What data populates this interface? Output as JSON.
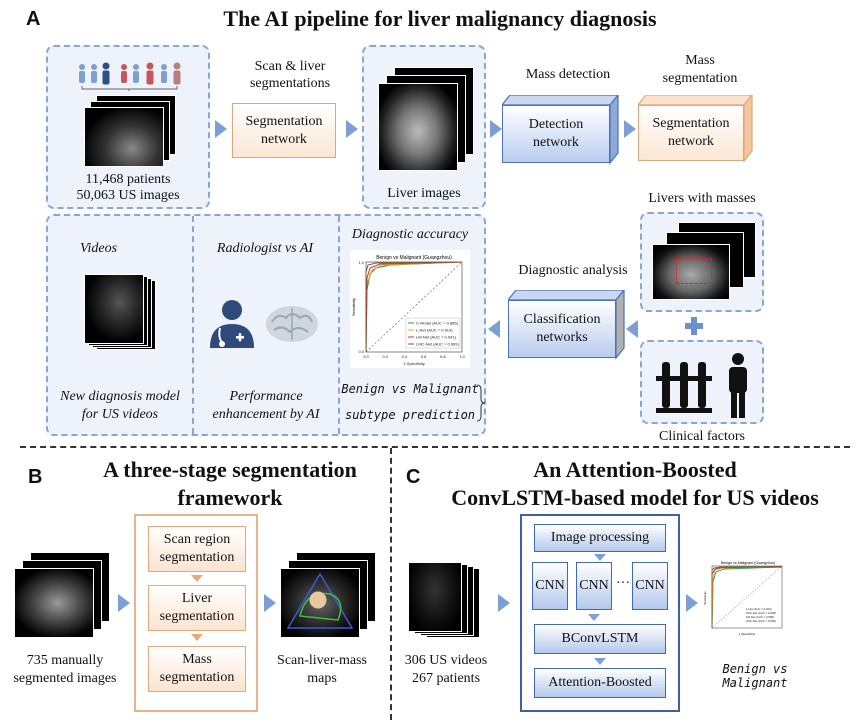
{
  "panel_a": {
    "letter": "A",
    "title": "The AI pipeline for liver malignancy diagnosis",
    "input_caption_line1": "11,468 patients",
    "input_caption_line2": "50,063 US images",
    "scan_label_line1": "Scan & liver",
    "scan_label_line2": "segmentations",
    "seg_net_line1": "Segmentation",
    "seg_net_line2": "network",
    "liver_images": "Liver images",
    "mass_detection": "Mass detection",
    "det_net_line1": "Detection",
    "det_net_line2": "network",
    "mass_seg_line1": "Mass",
    "mass_seg_line2": "segmentation",
    "seg_net2_line1": "Segmentation",
    "seg_net2_line2": "network",
    "livers_with_masses": "Livers with masses",
    "diagnostic_analysis": "Diagnostic analysis",
    "class_net_line1": "Classification",
    "class_net_line2": "networks",
    "clinical_factors": "Clinical factors",
    "videos": "Videos",
    "videos_caption_line1": "New diagnosis model",
    "videos_caption_line2": "for US videos",
    "radiologist": "Radiologist vs AI",
    "radiologist_caption_line1": "Performance",
    "radiologist_caption_line2": "enhancement by AI",
    "diag_accuracy": "Diagnostic accuracy",
    "benign_malignant": "Benign vs Malignant",
    "subtype": "subtype prediction",
    "roc": {
      "title": "Benign vs Malignant (Guangzhou)",
      "xlabel": "1-Specificity",
      "ylabel": "Sensitivity",
      "ticks": [
        "0.0",
        "0.2",
        "0.4",
        "0.6",
        "0.8",
        "1.0"
      ],
      "legend": [
        "C-Model (AUC = 0.885)",
        "L-Net (AUC = 0.919)",
        "LM-Net (AUC = 0.941)",
        "LMC-Net (AUC = 0.969)"
      ],
      "colors": [
        "#1f9e5a",
        "#f39c12",
        "#c0392b",
        "#7b5a3a"
      ]
    }
  },
  "panel_b": {
    "letter": "B",
    "title_line1": "A three-stage segmentation",
    "title_line2": "framework",
    "input_line1": "735 manually",
    "input_line2": "segmented images",
    "stage1_line1": "Scan region",
    "stage1_line2": "segmentation",
    "stage2_line1": "Liver",
    "stage2_line2": "segmentation",
    "stage3_line1": "Mass",
    "stage3_line2": "segmentation",
    "output_line1": "Scan-liver-mass",
    "output_line2": "maps"
  },
  "panel_c": {
    "letter": "C",
    "title_line1": "An Attention-Boosted",
    "title_line2": "ConvLSTM-based model for US videos",
    "input_line1": "306 US videos",
    "input_line2": "267 patients",
    "image_processing": "Image processing",
    "cnn": "CNN",
    "ellipsis": "···",
    "bconvlstm": "BConvLSTM",
    "attention": "Attention-Boosted",
    "output": "Benign vs Malignant",
    "roc": {
      "title": "Benign vs Malignant (Guangzhou)",
      "xlabel": "1-Specificity",
      "ylabel": "Sensitivity",
      "legend": [
        "L-Net (AUC = 0.944)",
        "LMC-Net (AUC = 0.938)",
        "LM-Net (AUC = 0.968)",
        "LMC-Net (AUC = 0.993)"
      ]
    }
  }
}
